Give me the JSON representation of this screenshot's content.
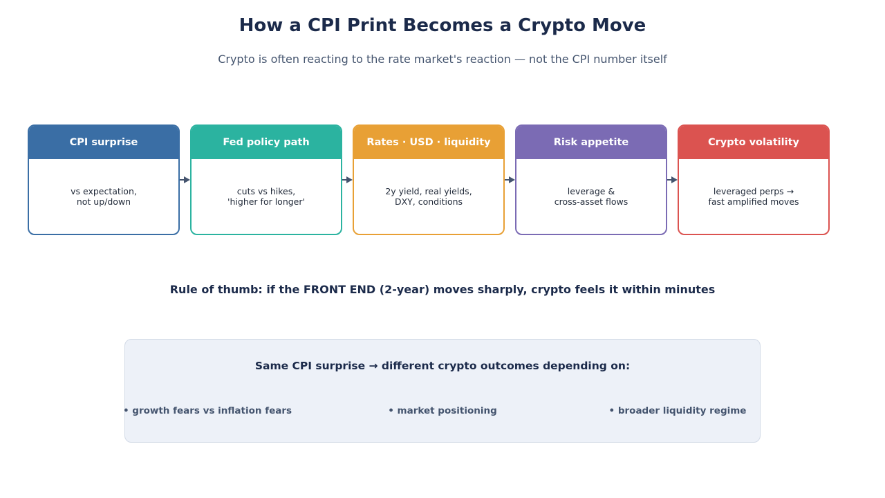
{
  "title": "How a CPI Print Becomes a Crypto Move",
  "subtitle": "Crypto is often reacting to the rate market's reaction — not the CPI number itself",
  "steps": [
    {
      "title": "CPI surprise",
      "desc": "vs expectation,\nnot up/down",
      "color": "#3a6ea5"
    },
    {
      "title": "Fed policy path",
      "desc": "cuts vs hikes,\n'higher for longer'",
      "color": "#2bb3a0"
    },
    {
      "title": "Rates · USD · liquidity",
      "desc": "2y yield, real yields,\nDXY, conditions",
      "color": "#e8a035"
    },
    {
      "title": "Risk appetite",
      "desc": "leverage &\ncross-asset flows",
      "color": "#7b6bb4"
    },
    {
      "title": "Crypto volatility",
      "desc": "leveraged perps →\nfast amplified moves",
      "color": "#db5350"
    }
  ],
  "rule_of_thumb": "Rule of thumb: if the FRONT END (2-year) moves sharply, crypto feels it within minutes",
  "note": {
    "title": "Same CPI surprise → different crypto outcomes depending on:",
    "factors": [
      "• growth fears vs inflation fears",
      "• market positioning",
      "• broader liquidity regime"
    ]
  }
}
